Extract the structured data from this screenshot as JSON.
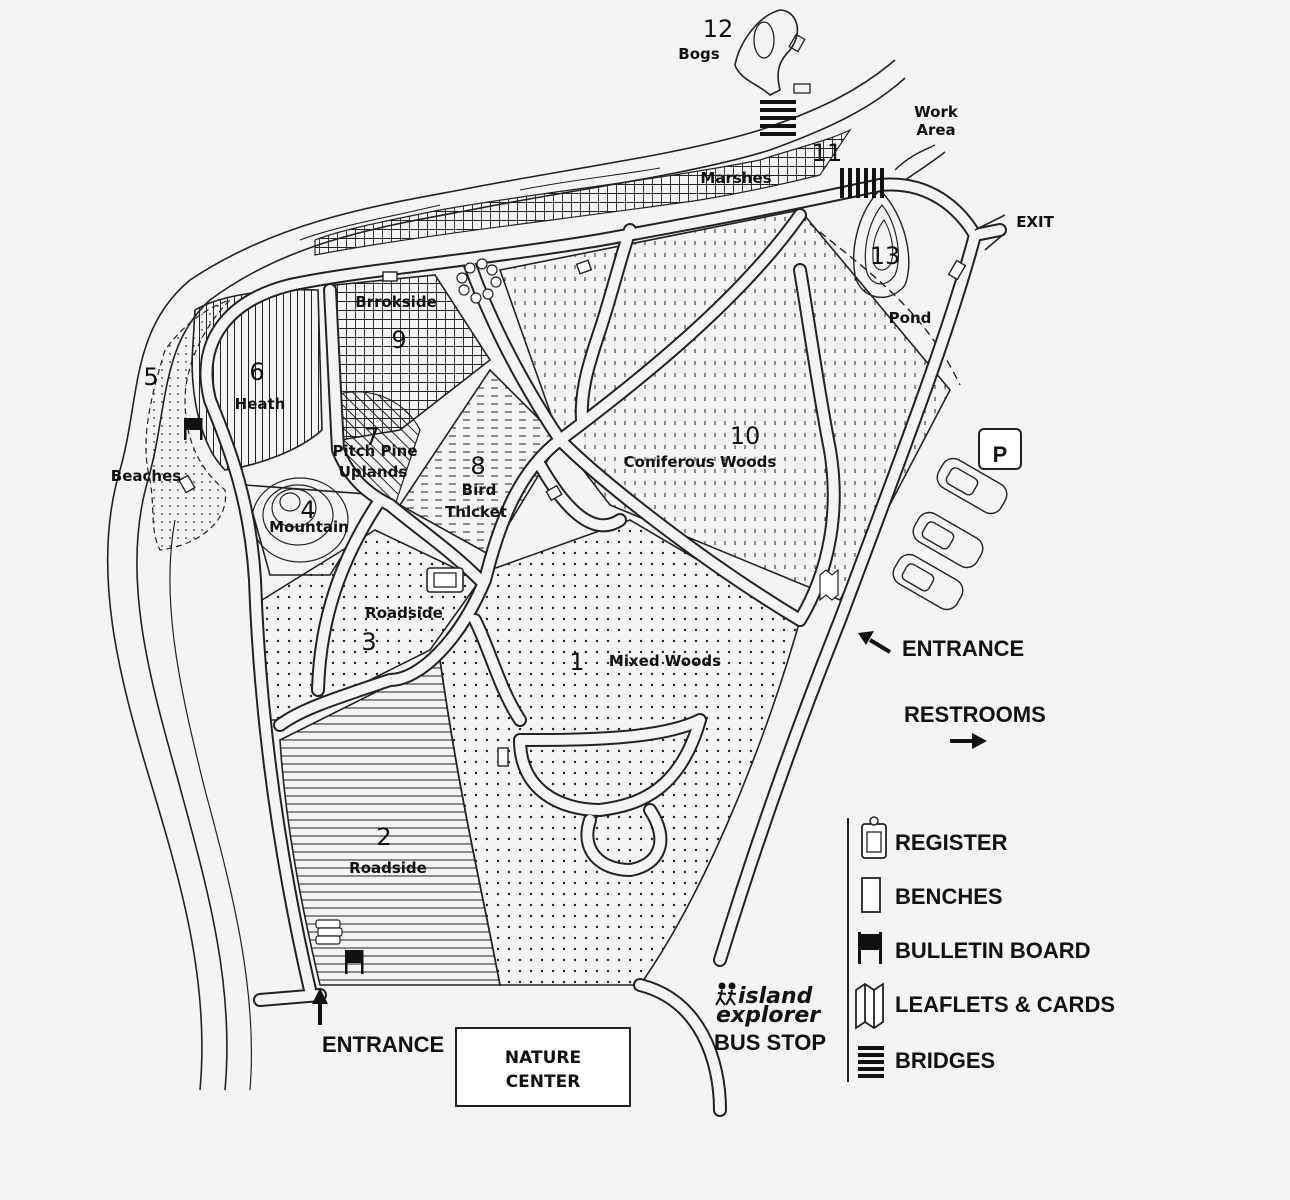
{
  "zones": [
    {
      "num": "1",
      "name": "Mixed Woods"
    },
    {
      "num": "2",
      "name": "Roadside"
    },
    {
      "num": "3",
      "name": "Roadside"
    },
    {
      "num": "4",
      "name": "Mountain"
    },
    {
      "num": "5",
      "name": ""
    },
    {
      "num": "6",
      "name": "Heath"
    },
    {
      "num": "7",
      "name_line1": "Pitch Pine",
      "name_line2": "Uplands"
    },
    {
      "num": "8",
      "name_line1": "Bird",
      "name_line2": "Thicket"
    },
    {
      "num": "9",
      "name": "Brrokside"
    },
    {
      "num": "10",
      "name": "Coniferous Woods"
    },
    {
      "num": "11",
      "name": "Marshes"
    },
    {
      "num": "12",
      "name": "Bogs"
    },
    {
      "num": "13",
      "name": "Pond"
    }
  ],
  "places": {
    "beaches": "Beaches",
    "work_area_line1": "Work",
    "work_area_line2": "Area",
    "exit": "EXIT",
    "entrance_east": "ENTRANCE",
    "entrance_south": "ENTRANCE",
    "restrooms": "RESTROOMS",
    "parking": "P",
    "nature_center_line1": "NATURE",
    "nature_center_line2": "CENTER",
    "bus_brand_line1": "island",
    "bus_brand_line2": "explorer",
    "bus_stop": "BUS STOP"
  },
  "legend": [
    {
      "icon": "register-icon",
      "label": "REGISTER"
    },
    {
      "icon": "bench-icon",
      "label": "BENCHES"
    },
    {
      "icon": "bulletin-board-icon",
      "label": "BULLETIN BOARD"
    },
    {
      "icon": "leaflets-icon",
      "label": "LEAFLETS & CARDS"
    },
    {
      "icon": "bridge-icon",
      "label": "BRIDGES"
    }
  ],
  "colors": {
    "ink": "#111111",
    "paper": "#f4f4f2"
  }
}
